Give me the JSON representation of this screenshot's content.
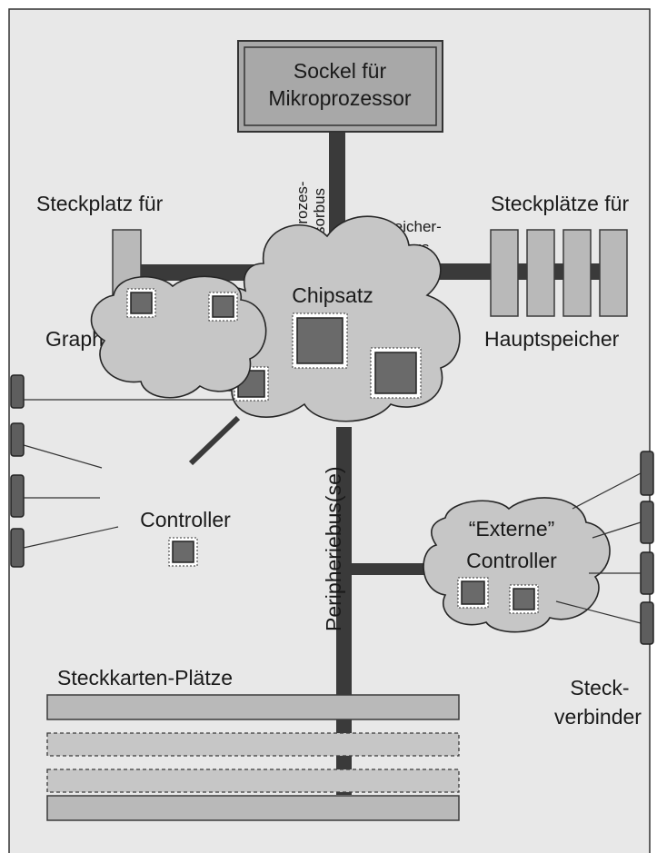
{
  "diagram": {
    "socket_line1": "Sockel für",
    "socket_line2": "Mikroprozessor",
    "proc_bus_line1": "Prozes-",
    "proc_bus_line2": "sorbus",
    "mem_bus_line1": "Speicher-",
    "mem_bus_line2": "bus",
    "gfx_slot_top": "Steckplatz für",
    "gfx_slot_bottom": "Graphikkarte",
    "mem_slots_top": "Steckplätze für",
    "mem_slots_bottom": "Hauptspeicher",
    "chipset": "Chipsatz",
    "controller": "Controller",
    "ext_controller_line1": "“Externe”",
    "ext_controller_line2": "Controller",
    "peripheral_bus": "Peripheriebus(se)",
    "card_slots": "Steckkarten-Plätze",
    "connectors_line1": "Steck-",
    "connectors_line2": "verbinder"
  },
  "colors": {
    "background": "#e8e8e8",
    "bus": "#3a3a3a",
    "cloud": "#c6c6c6",
    "chip": "#6a6a6a"
  }
}
